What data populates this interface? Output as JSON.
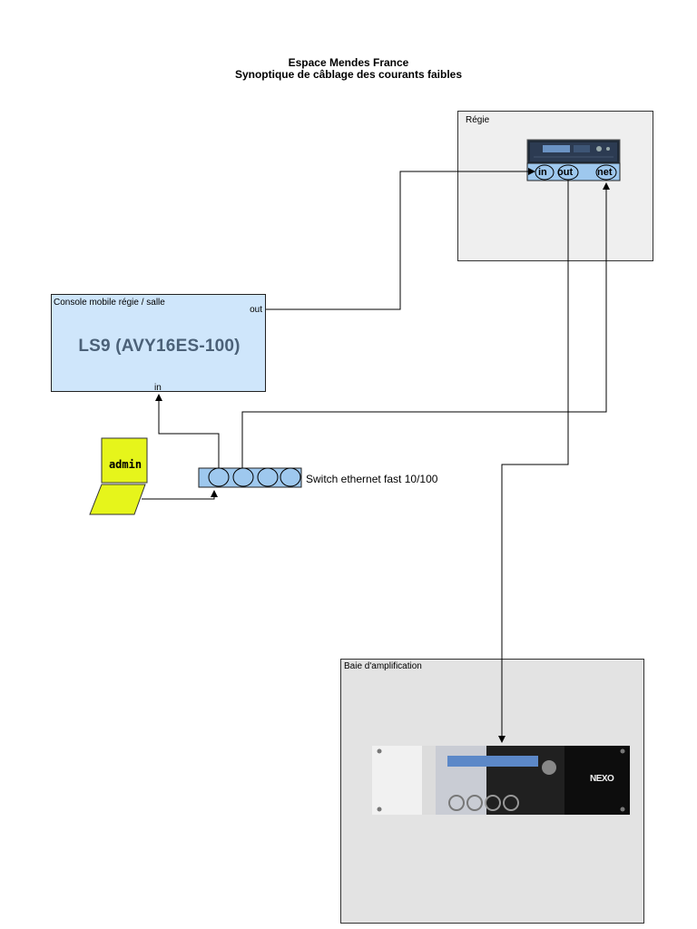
{
  "title": {
    "line1": "Espace Mendes France",
    "line2": "Synoptique de câblage des courants faibles"
  },
  "regie": {
    "label": "Régie",
    "device": {
      "ports": {
        "in": "in",
        "out": "out",
        "net": "net"
      }
    }
  },
  "console": {
    "label": "Console mobile régie / salle",
    "model": "LS9 (AVY16ES-100)",
    "out_label": "out",
    "in_label": "in"
  },
  "switch": {
    "label": "Switch ethernet fast 10/100"
  },
  "laptop": {
    "label": "admin"
  },
  "baie": {
    "label": "Baie d'amplification",
    "amp_brand": "NEXO"
  },
  "colors": {
    "console_fill": "#cfe6fb",
    "switch_fill": "#9ec8ee",
    "laptop_fill": "#e6f51b",
    "regie_fill": "#efefef",
    "baie_fill": "#e3e3e3"
  }
}
